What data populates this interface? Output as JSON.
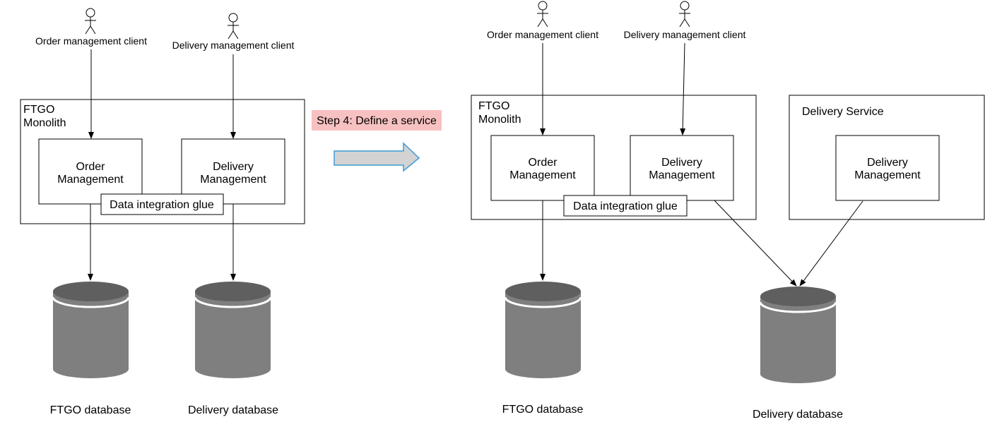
{
  "colors": {
    "database": "#7f7f7f",
    "database_shadow": "#5f5f5f",
    "step_label_bg": "#f8c1c1",
    "transition_arrow_fill": "#d3d3d3",
    "transition_arrow_stroke": "#3d9bd6"
  },
  "step_label": "Step 4:  Define a service",
  "before": {
    "order_client": "Order management client",
    "delivery_client": "Delivery management client",
    "monolith_title_line1": "FTGO",
    "monolith_title_line2": "Monolith",
    "order_mgmt_line1": "Order",
    "order_mgmt_line2": "Management",
    "delivery_mgmt_line1": "Delivery",
    "delivery_mgmt_line2": "Management",
    "glue": "Data integration glue",
    "ftgo_db": "FTGO database",
    "delivery_db": "Delivery database"
  },
  "after": {
    "order_client": "Order management client",
    "delivery_client": "Delivery management client",
    "monolith_title_line1": "FTGO",
    "monolith_title_line2": "Monolith",
    "order_mgmt_line1": "Order",
    "order_mgmt_line2": "Management",
    "delivery_mgmt_line1": "Delivery",
    "delivery_mgmt_line2": "Management",
    "glue": "Data integration glue",
    "service_title": "Delivery Service",
    "service_mgmt_line1": "Delivery",
    "service_mgmt_line2": "Management",
    "ftgo_db": "FTGO database",
    "delivery_db": "Delivery database"
  }
}
